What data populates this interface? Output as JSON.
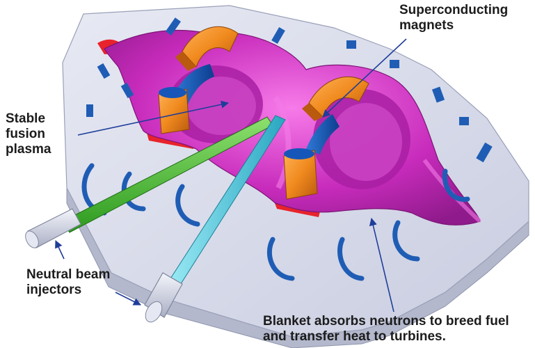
{
  "labels": {
    "magnets": [
      "Superconducting",
      "magnets"
    ],
    "plasma": [
      "Stable",
      "fusion",
      "plasma"
    ],
    "injectors": [
      "Neutral beam",
      "injectors"
    ],
    "blanket": [
      "Blanket absorbs neutrons to breed fuel",
      "and transfer heat to turbines."
    ]
  },
  "colors": {
    "blanket": "#d8dbe8",
    "blanket_side": "#b3b8cc",
    "plasma": "#c02cb8",
    "plasma_light": "#ee5fe0",
    "magnet": "#f08a1e",
    "magnet_dark": "#b85a10",
    "magnet_inner": "#1656b8",
    "port": "#1f5db5",
    "beam_green": "#3fb52b",
    "beam_cyan": "#3cc0d6",
    "arrow": "#1f3d9a",
    "hot_spot": "#e8232b"
  }
}
